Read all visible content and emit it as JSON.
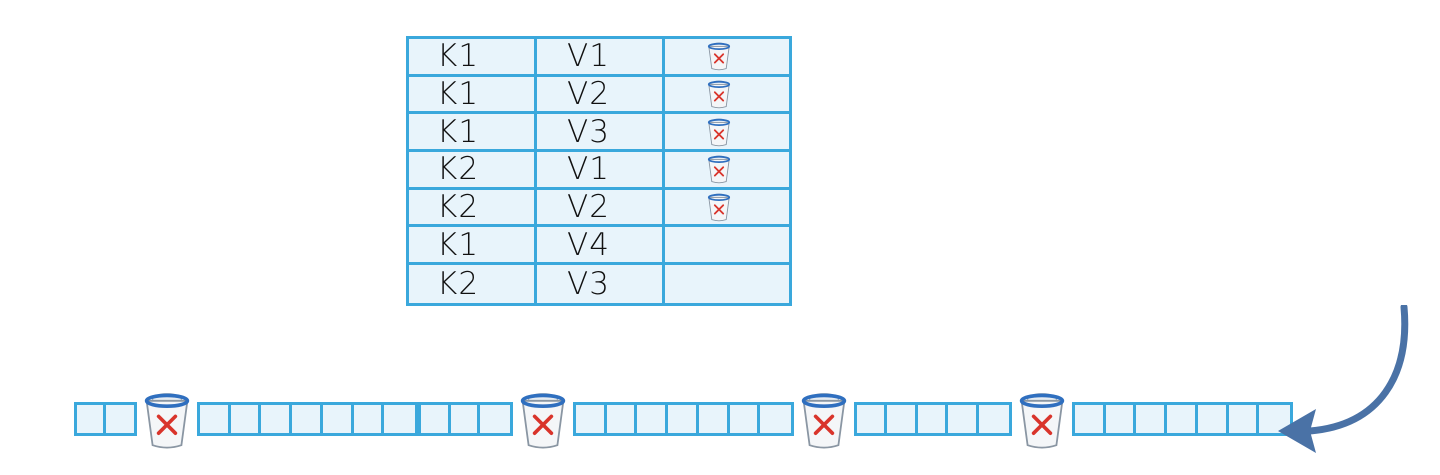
{
  "table": {
    "rows": [
      {
        "key": "K1",
        "value": "V1",
        "deleted": true
      },
      {
        "key": "K1",
        "value": "V2",
        "deleted": true
      },
      {
        "key": "K1",
        "value": "V3",
        "deleted": true
      },
      {
        "key": "K2",
        "value": "V1",
        "deleted": true
      },
      {
        "key": "K2",
        "value": "V2",
        "deleted": true
      },
      {
        "key": "K1",
        "value": "V4",
        "deleted": false
      },
      {
        "key": "K2",
        "value": "V3",
        "deleted": false
      }
    ]
  },
  "log_strip": {
    "groups": [
      {
        "type": "segment",
        "slots": 2
      },
      {
        "type": "trash"
      },
      {
        "type": "segment",
        "slots": 7
      },
      {
        "type": "segment",
        "slots": 3
      },
      {
        "type": "trash"
      },
      {
        "type": "segment",
        "slots": 7
      },
      {
        "type": "trash"
      },
      {
        "type": "segment",
        "slots": 5
      },
      {
        "type": "trash"
      },
      {
        "type": "segment",
        "slots": 7
      }
    ]
  },
  "colors": {
    "cell_border": "#3aa8dc",
    "cell_fill": "#e8f4fb",
    "trash_rim": "#2f6fbf",
    "trash_x": "#d9342b",
    "arrow": "#4a72a6"
  },
  "icons": {
    "trash": "trash-can-icon",
    "arrow": "curved-arrow-icon"
  }
}
